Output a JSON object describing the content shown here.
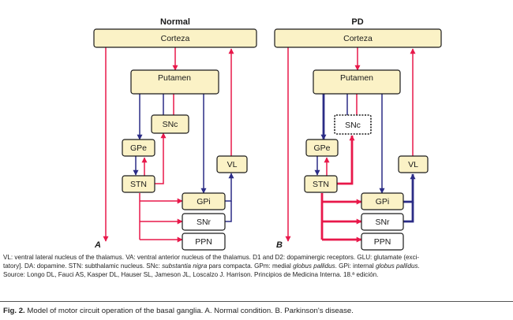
{
  "panels": {
    "normal": {
      "title": "Normal",
      "letter": "A"
    },
    "pd": {
      "title": "PD",
      "letter": "B"
    }
  },
  "nodes": {
    "cortex": "Corteza",
    "putamen": "Putamen",
    "snc": "SNc",
    "gpe": "GPe",
    "stn": "STN",
    "vl": "VL",
    "gpi": "GPi",
    "snr": "SNr",
    "ppn": "PPN"
  },
  "legend": {
    "line1": "VL: ventral lateral nucleus of the thalamus. VA: ventral anterior nucleus of the thalamus. D1 and D2: dopaminergic receptors. GLU: glutamate (exci-",
    "line2_a": "tatory]. DA: dopamine. STN: subthalamic nucleus. SNc: ",
    "line2_b": "substantia nigra",
    "line2_c": " pars compacta. GPm: medial ",
    "line2_d": "globus pallidus",
    "line2_e": ". GPi: internal ",
    "line2_f": "globus pallidus",
    "line2_g": ".",
    "line3": "Source: Longo DL, Fauci AS, Kasper DL, Hauser SL, Jameson JL, Loscalzo J. Harrison. Principios de Medicina Interna. 18.ª edición."
  },
  "caption": {
    "label": "Fig. 2.",
    "text": " Model of motor circuit operation of the basal ganglia. A. Normal condition. B. Parkinson's disease."
  },
  "colors": {
    "excitatory": "#e8184a",
    "inhibitory": "#2b2c86",
    "box_fill": "#fbf2c6",
    "white_box_fill": "#ffffff",
    "stroke": "#1a1a1a"
  }
}
